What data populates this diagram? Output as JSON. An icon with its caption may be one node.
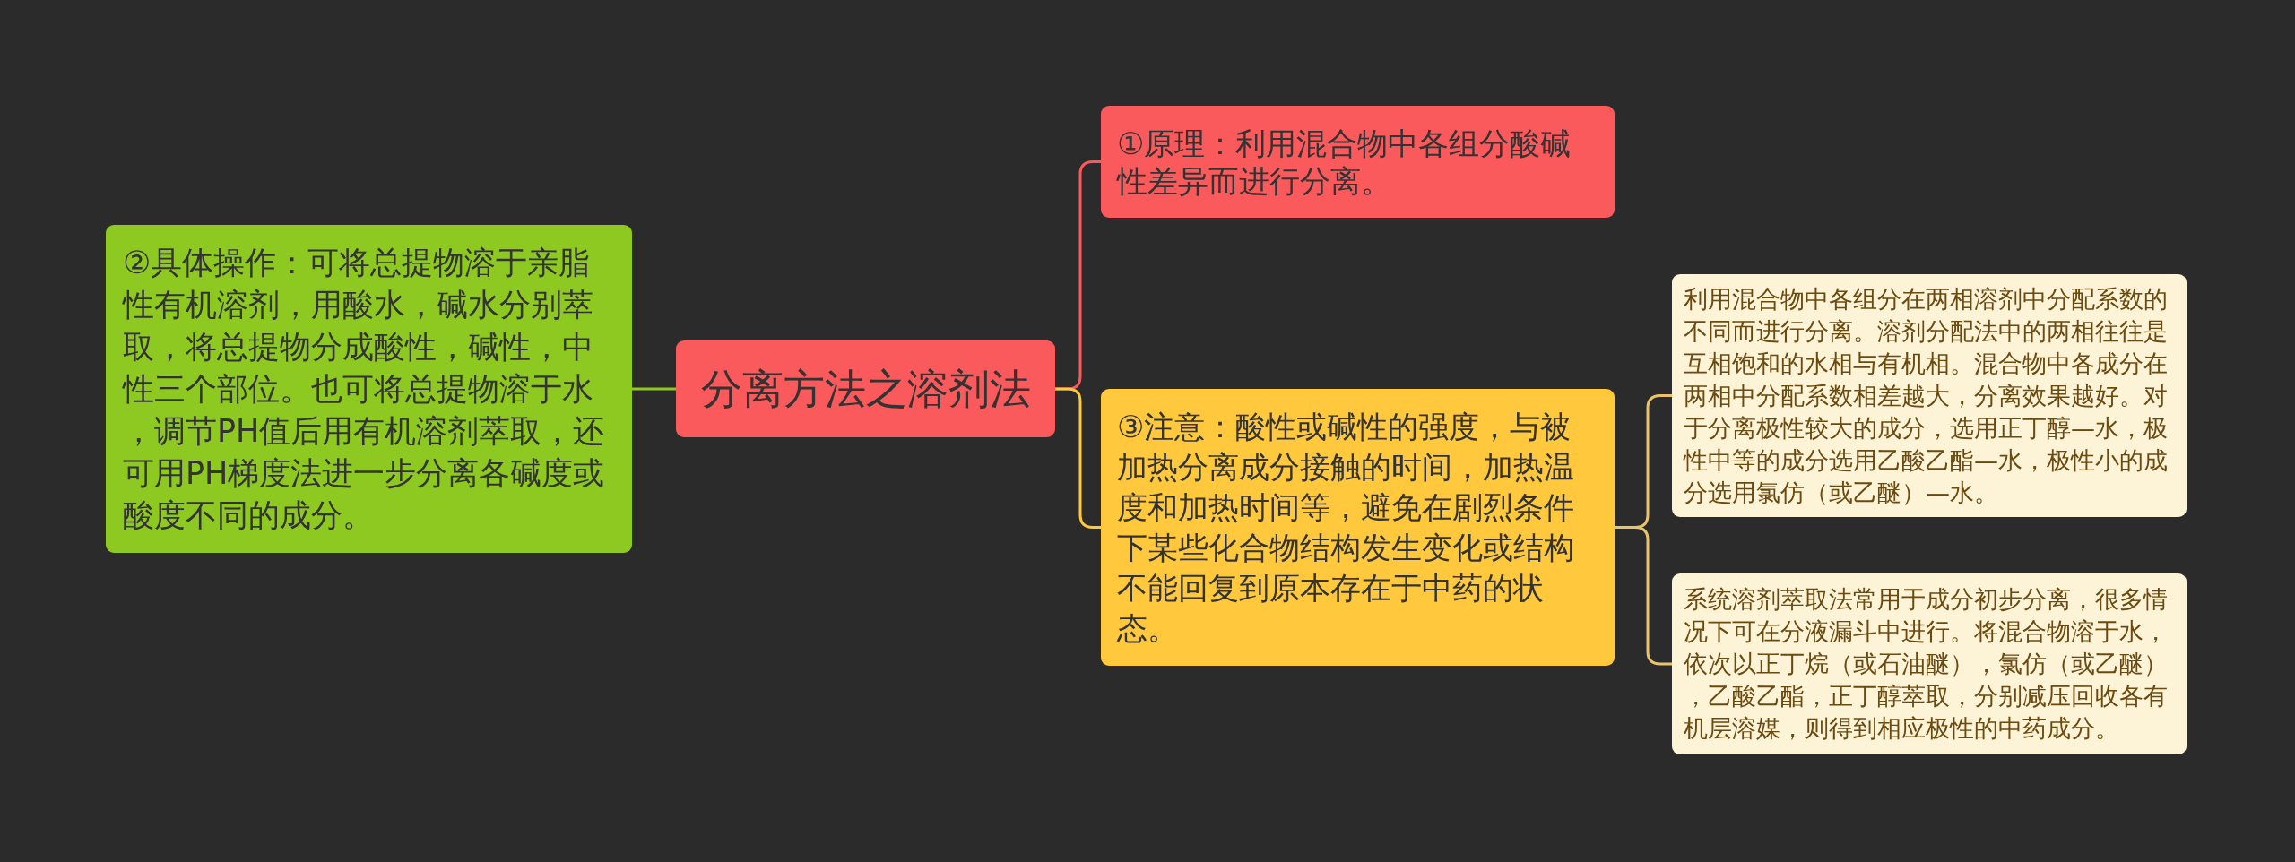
{
  "diagram": {
    "nodes": [
      {
        "text": [
          "②具体操作：可将总提物溶于亲脂性有机溶剂，用酸水，碱水分别萃取，将总提物分成酸性，碱性，中性三个部位。也可将总提物溶于水，调节PH值后用有机溶剂萃取，还可用PH梯度法进一步分离各碱度或酸度不同的成分。"
        ]
      },
      {
        "text": [
          "分离方法之溶剂法"
        ]
      },
      {
        "text": [
          "①原理：利用混合物中各组分酸碱性差异而进行分离。"
        ]
      },
      {
        "text": [
          "③注意：酸性或碱性的强度，与被加热分离成分接触的时间，加热温度和加热时间等，避免在剧烈条件下某些化合物结构发生变化或结构不能回复到原本存在于中药的状态。"
        ]
      },
      {
        "text": [
          "利用混合物中各组分在两相溶剂中分配系数的不同而进行分离。溶剂分配法中的两相往往是互相饱和的水相与有机相。混合物中各成分在两相中分配系数相差越大，分离效果越好。对于分离极性较大的成分，选用正丁醇—水，极性中等的成分选用乙酸乙酯—水，极性小的成分选用氯仿（或乙醚）—水。"
        ]
      },
      {
        "text": [
          "系统溶剂萃取法常用于成分初步分离，很多情况下可在分液漏斗中进行。将混合物溶于水，依次以正丁烷（或石油醚），氯仿（或乙醚），乙酸乙酯，正丁醇萃取，分别减压回收各有机层溶媒，则得到相应极性的中药成分。"
        ]
      }
    ],
    "edges": [
      {
        "from": 1,
        "to": 0,
        "arrow": "none",
        "color": "#8dc921"
      },
      {
        "from": 1,
        "to": 2,
        "arrow": "none",
        "color": "#fa5a5c"
      },
      {
        "from": 1,
        "to": 3,
        "arrow": "none",
        "color": "#ffc83d"
      },
      {
        "from": 3,
        "to": 4,
        "arrow": "none"
      },
      {
        "from": 3,
        "to": 5,
        "arrow": "none"
      }
    ]
  }
}
